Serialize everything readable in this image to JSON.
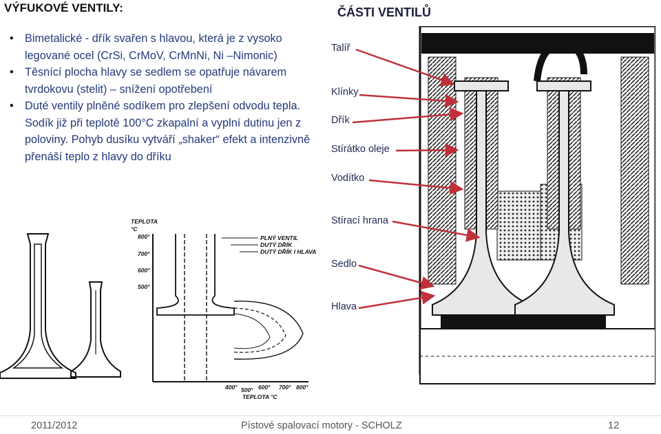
{
  "heading": "VÝFUKOVÉ VENTILY:",
  "parts_heading": "ČÁSTI VENTILŮ",
  "bullets": [
    "Bimetalické - dřík svařen s hlavou, která je z vysoko legované ocel (CrSi, CrMoV, CrMnNi, Ni –Nimonic)",
    "Těsnící plocha hlavy se sedlem se opatřuje návarem tvrdokovu (stelit) – snížení opotřebení",
    "Duté ventily plněné sodíkem pro zlepšení odvodu tepla. Sodík již při teplotě 100°C zkapalní a vyplní dutinu jen z poloviny. Pohyb dusíku vytváří „shaker“ efekt a intenzivně přenáší teplo z hlavy do dříku"
  ],
  "parts": [
    "Talíř",
    "Klínky",
    "Dřík",
    "Stírátko oleje",
    "Vodítko",
    "Stírací hrana",
    "Sedlo",
    "Hlava"
  ],
  "diagram": {
    "y_axis_title": "TEPLOTA",
    "y_axis_unit": "°C",
    "y_ticks": [
      "800°",
      "700°",
      "600°",
      "500°"
    ],
    "x_ticks": [
      "400°",
      "500°",
      "600°",
      "700°",
      "800°"
    ],
    "x_axis_title": "TEPLOTA °C",
    "legend": [
      "PLNÝ VENTIL",
      "DUTÝ DŘÍK",
      "DUTÝ DŘÍK I HLAVA"
    ]
  },
  "footer": {
    "left": "2011/2012",
    "center": "Pístové spalovací motory - SCHOLZ",
    "right": "12"
  }
}
